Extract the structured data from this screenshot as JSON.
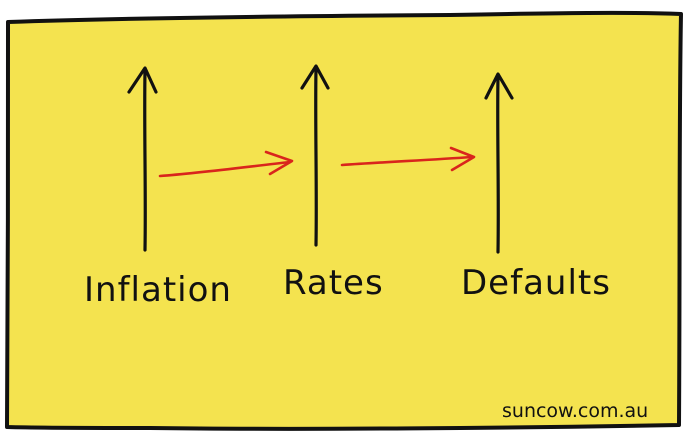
{
  "colors": {
    "background": "#f4e34f",
    "ink": "#111111",
    "arrow_red": "#d9251c"
  },
  "diagram": {
    "nodes": [
      {
        "label": "Inflation",
        "direction": "up"
      },
      {
        "label": "Rates",
        "direction": "up"
      },
      {
        "label": "Defaults",
        "direction": "up"
      }
    ],
    "links": [
      {
        "from": "Inflation",
        "to": "Rates"
      },
      {
        "from": "Rates",
        "to": "Defaults"
      }
    ]
  },
  "credit": "suncow.com.au"
}
